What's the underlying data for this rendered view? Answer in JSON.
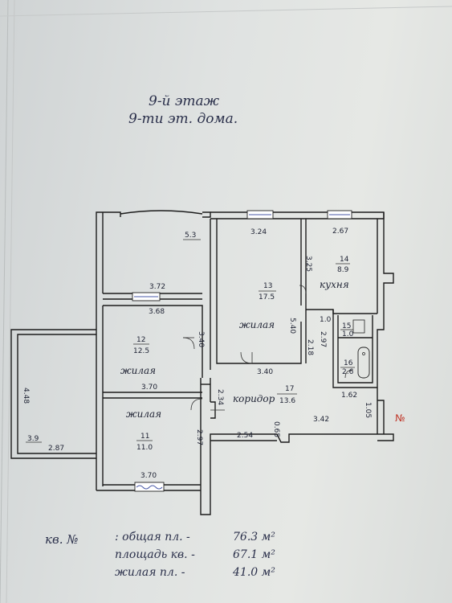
{
  "header": {
    "line1": "9-й этаж",
    "line2": "9-ти эт. дома."
  },
  "rooms": [
    {
      "id": "balcony",
      "area": "5.3",
      "label": "",
      "dims": [
        "3.72"
      ]
    },
    {
      "id": "r13",
      "number": "13",
      "area": "17.5",
      "label": "жилая",
      "dims": [
        "3.24",
        "5.40",
        "3.40"
      ]
    },
    {
      "id": "r14",
      "number": "14",
      "area": "8.9",
      "label": "кухня",
      "dims": [
        "2.67",
        "3.25"
      ]
    },
    {
      "id": "r12",
      "number": "12",
      "area": "12.5",
      "label": "жилая",
      "dims": [
        "3.68",
        "3.40",
        "3.70"
      ]
    },
    {
      "id": "r11",
      "number": "11",
      "area": "11.0",
      "label": "жилая",
      "dims": [
        "2.97",
        "3.70"
      ]
    },
    {
      "id": "r15",
      "number": "15",
      "area": "1.0",
      "label": "",
      "dims": [
        "1.0"
      ]
    },
    {
      "id": "r16",
      "number": "16",
      "area": "2.6",
      "label": "",
      "dims": [
        "2.97"
      ]
    },
    {
      "id": "r17",
      "number": "17",
      "area": "13.6",
      "label": "коридор",
      "dims": [
        "2.18",
        "2.34",
        "1.62",
        "1.05",
        "3.42",
        "2.54",
        "0.65"
      ]
    },
    {
      "id": "loggia",
      "area": "3.9",
      "label": "",
      "dims": [
        "4.48",
        "2.87"
      ]
    }
  ],
  "marks": {
    "apt_number_sign": "№"
  },
  "footer": {
    "apt": "кв. №",
    "total_label": ": общая пл. -",
    "total_value": "76.3 м²",
    "flat_label": "площадь кв. -",
    "flat_value": "67.1 м²",
    "living_label": "жилая пл. -",
    "living_value": "41.0 м²"
  }
}
